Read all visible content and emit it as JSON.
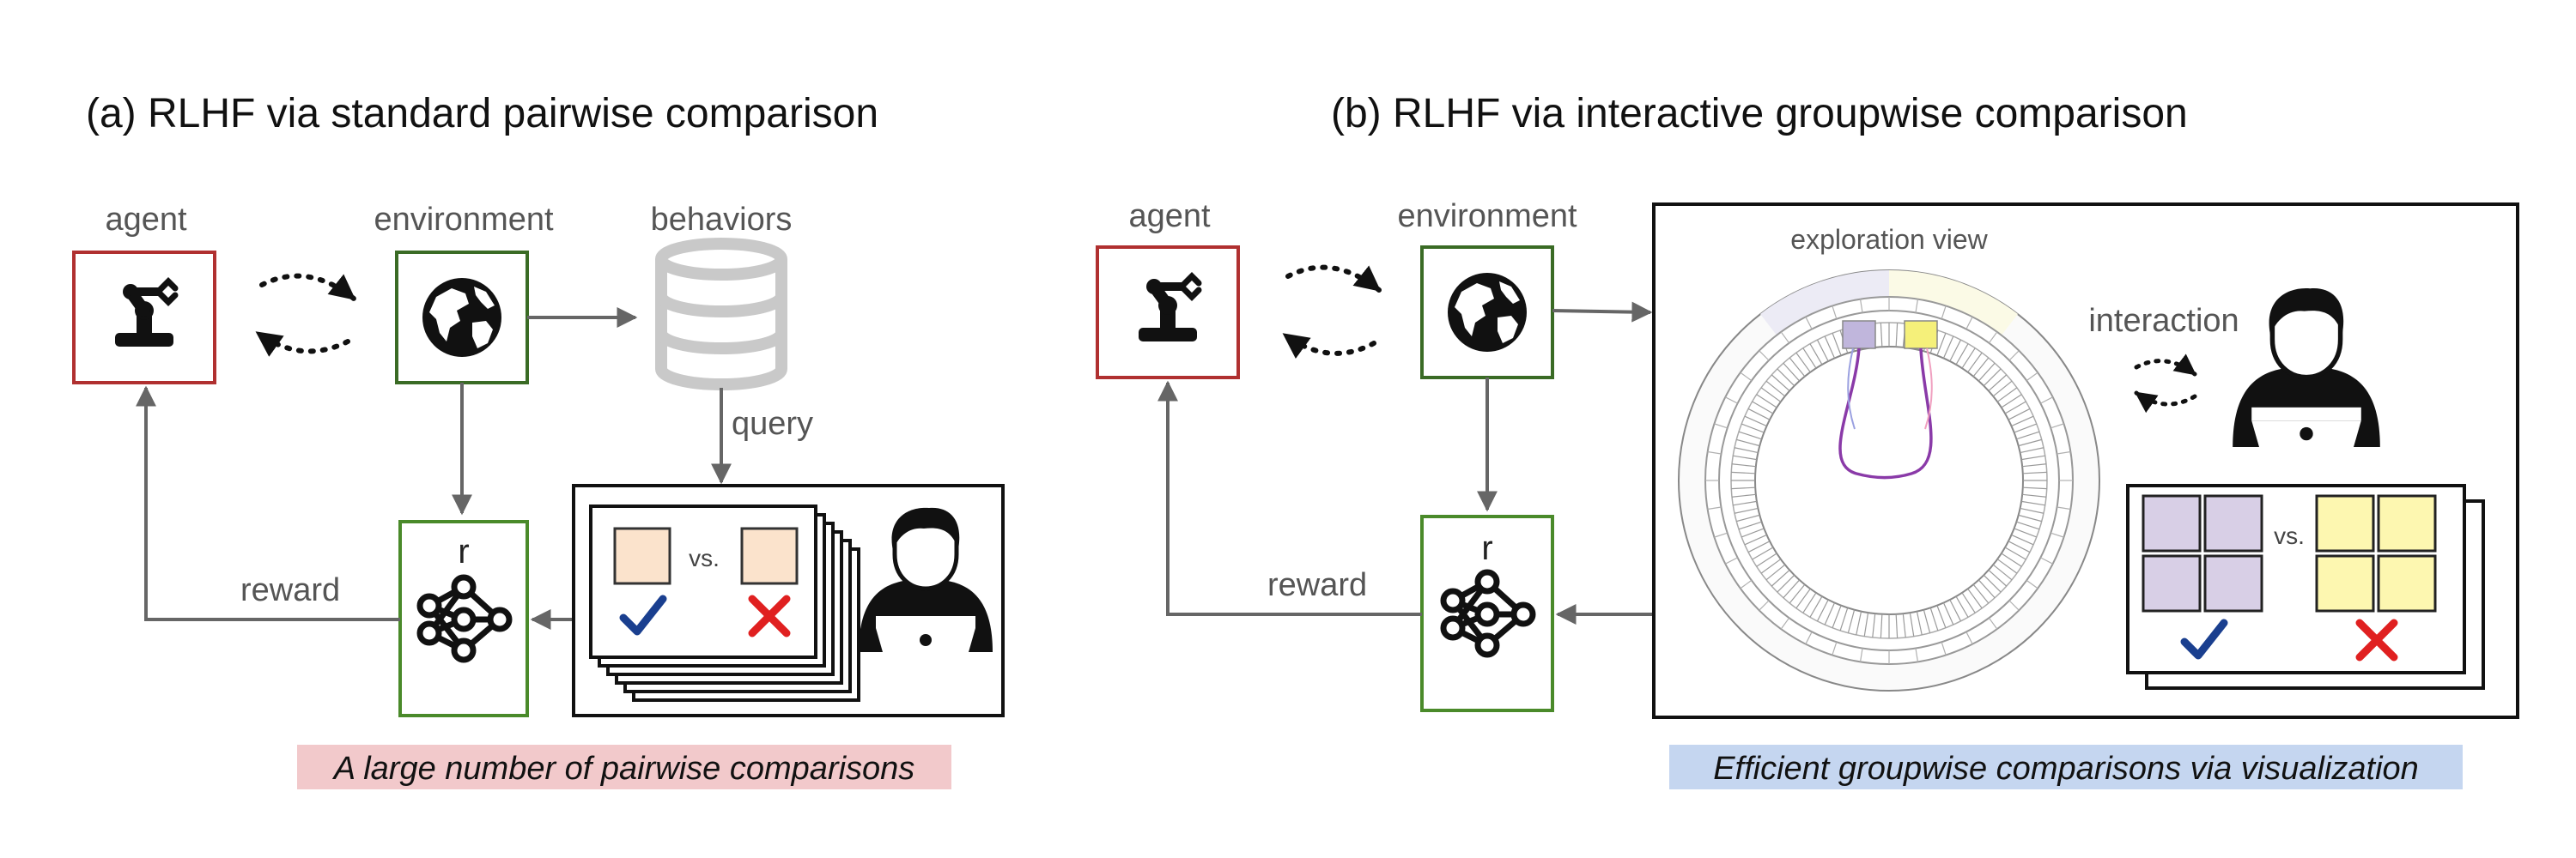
{
  "panel_a": {
    "title": "(a) RLHF via standard pairwise comparison",
    "agent_label": "agent",
    "environment_label": "environment",
    "behaviors_label": "behaviors",
    "query_label": "query",
    "reward_label": "reward",
    "reward_model_label": "r",
    "vs_label": "vs.",
    "caption": "A large number of pairwise comparisons"
  },
  "panel_b": {
    "title": "(b) RLHF via interactive groupwise comparison",
    "agent_label": "agent",
    "environment_label": "environment",
    "exploration_label": "exploration view",
    "interaction_label": "interaction",
    "reward_label": "reward",
    "reward_model_label": "r",
    "vs_label": "vs.",
    "caption": "Efficient groupwise comparisons via visualization"
  },
  "colors": {
    "agent_border": "#b03030",
    "env_border": "#3a6b25",
    "reward_model_border": "#4a8a2a",
    "caption_a_bg": "#f2c9cb",
    "caption_b_bg": "#c5d6f0",
    "pair_item_fill": "#fbe3cc",
    "group_left_fill": "#d8cfe6",
    "group_right_fill": "#fdf7b0",
    "check_color": "#1a3f8f",
    "cross_color": "#e02020"
  }
}
